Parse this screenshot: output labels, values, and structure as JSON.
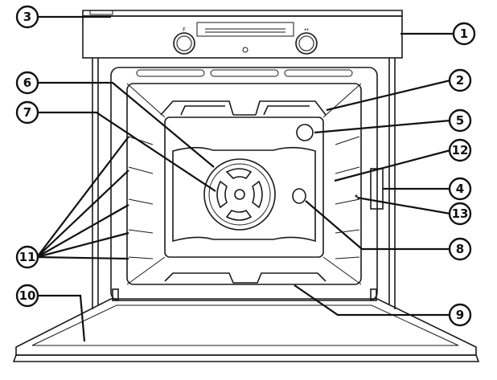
{
  "callouts": [
    {
      "id": "c1",
      "label": "1"
    },
    {
      "id": "c2",
      "label": "2"
    },
    {
      "id": "c3",
      "label": "3"
    },
    {
      "id": "c4",
      "label": "4"
    },
    {
      "id": "c5",
      "label": "5"
    },
    {
      "id": "c6",
      "label": "6"
    },
    {
      "id": "c7",
      "label": "7"
    },
    {
      "id": "c8",
      "label": "8"
    },
    {
      "id": "c9",
      "label": "9"
    },
    {
      "id": "c10",
      "label": "10"
    },
    {
      "id": "c11",
      "label": "11"
    },
    {
      "id": "c12",
      "label": "12"
    },
    {
      "id": "c13",
      "label": "13"
    }
  ],
  "knobs": {
    "left_mark": "F",
    "right_mark": "↔"
  },
  "colors": {
    "stroke": "#1a1a1a",
    "background": "#ffffff"
  }
}
